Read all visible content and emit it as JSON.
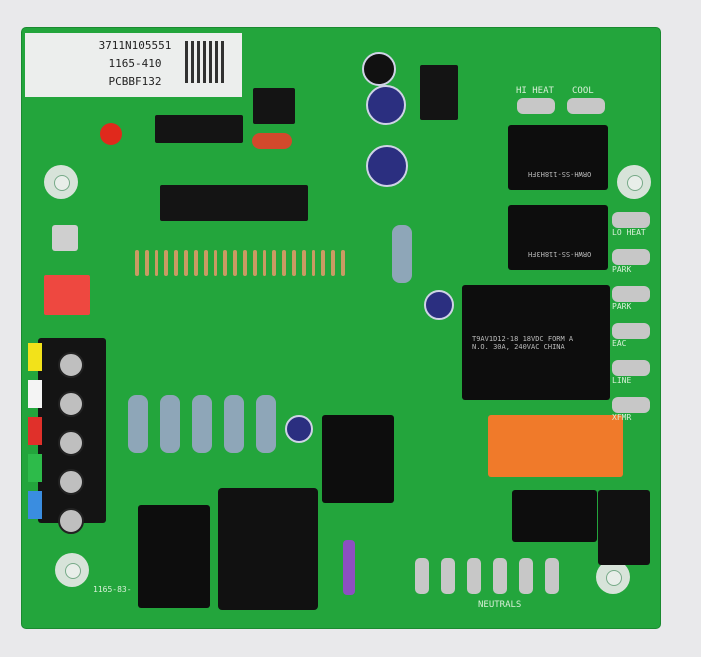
{
  "label": {
    "line1": "3711N105551",
    "line2": "1165-410",
    "line3": "PCBBF132"
  },
  "silkscreen": {
    "hi_heat": "HI HEAT",
    "cool": "COOL",
    "lo_heat": "LO HEAT",
    "park1": "PARK",
    "park2": "PARK",
    "eac": "EAC",
    "line": "LINE",
    "xfmr": "XFMR",
    "neutrals": "NEUTRALS",
    "board_id": "1165-83-"
  },
  "relays": {
    "k1": "ORWH-SS-118H3FH",
    "k2": "ORWH-SS-118H3FH",
    "k3": "T9AV1D12-18  18VDC FORM A  N.O. 30A, 240VAC  CHINA"
  },
  "wire_colors": [
    "#f2e21a",
    "#f4f4f4",
    "#e0302a",
    "#2dbb4a",
    "#3a8de0"
  ],
  "colors": {
    "board": "#23a53c",
    "background": "#e9e9eb",
    "relay_orange": "#f07a2a"
  }
}
